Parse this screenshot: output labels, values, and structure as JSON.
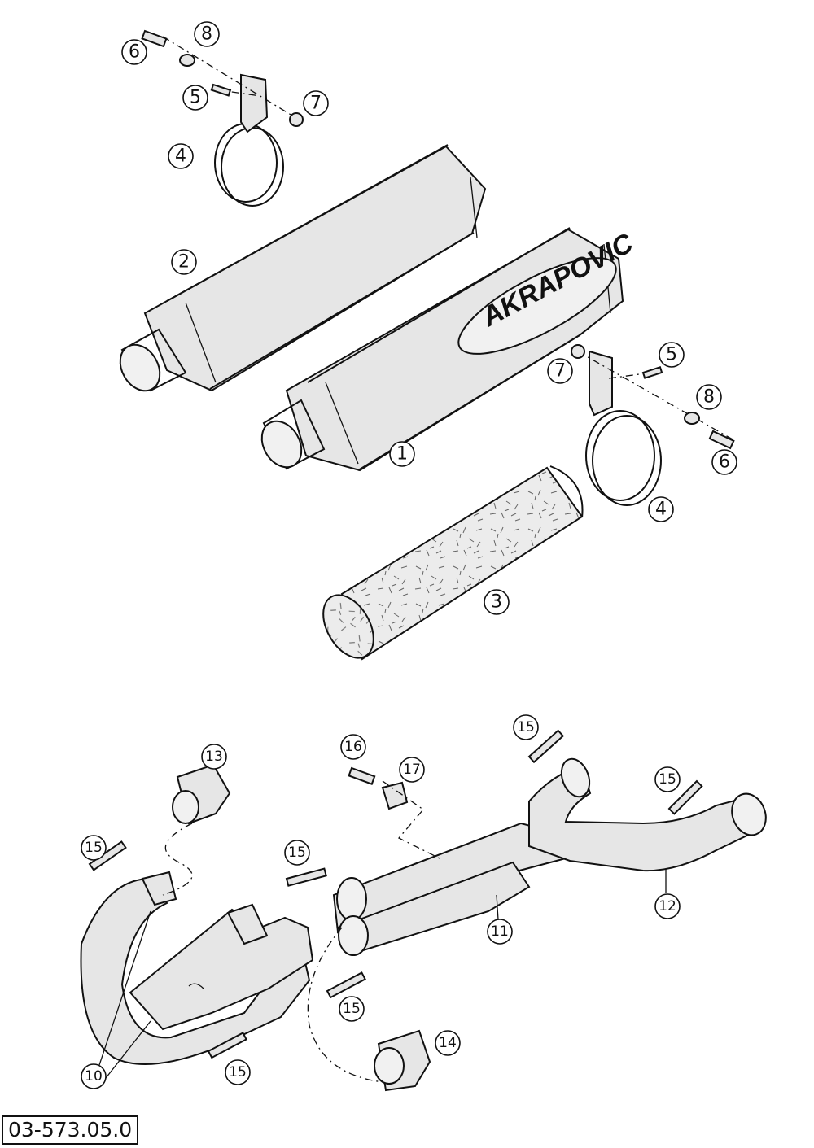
{
  "brand_label": "AKRAPOVIC",
  "document_code": "03-573.05.0",
  "callouts": [
    "1",
    "2",
    "3",
    "4",
    "5",
    "6",
    "7",
    "8",
    "10",
    "11",
    "12",
    "13",
    "14",
    "15",
    "16",
    "17"
  ]
}
